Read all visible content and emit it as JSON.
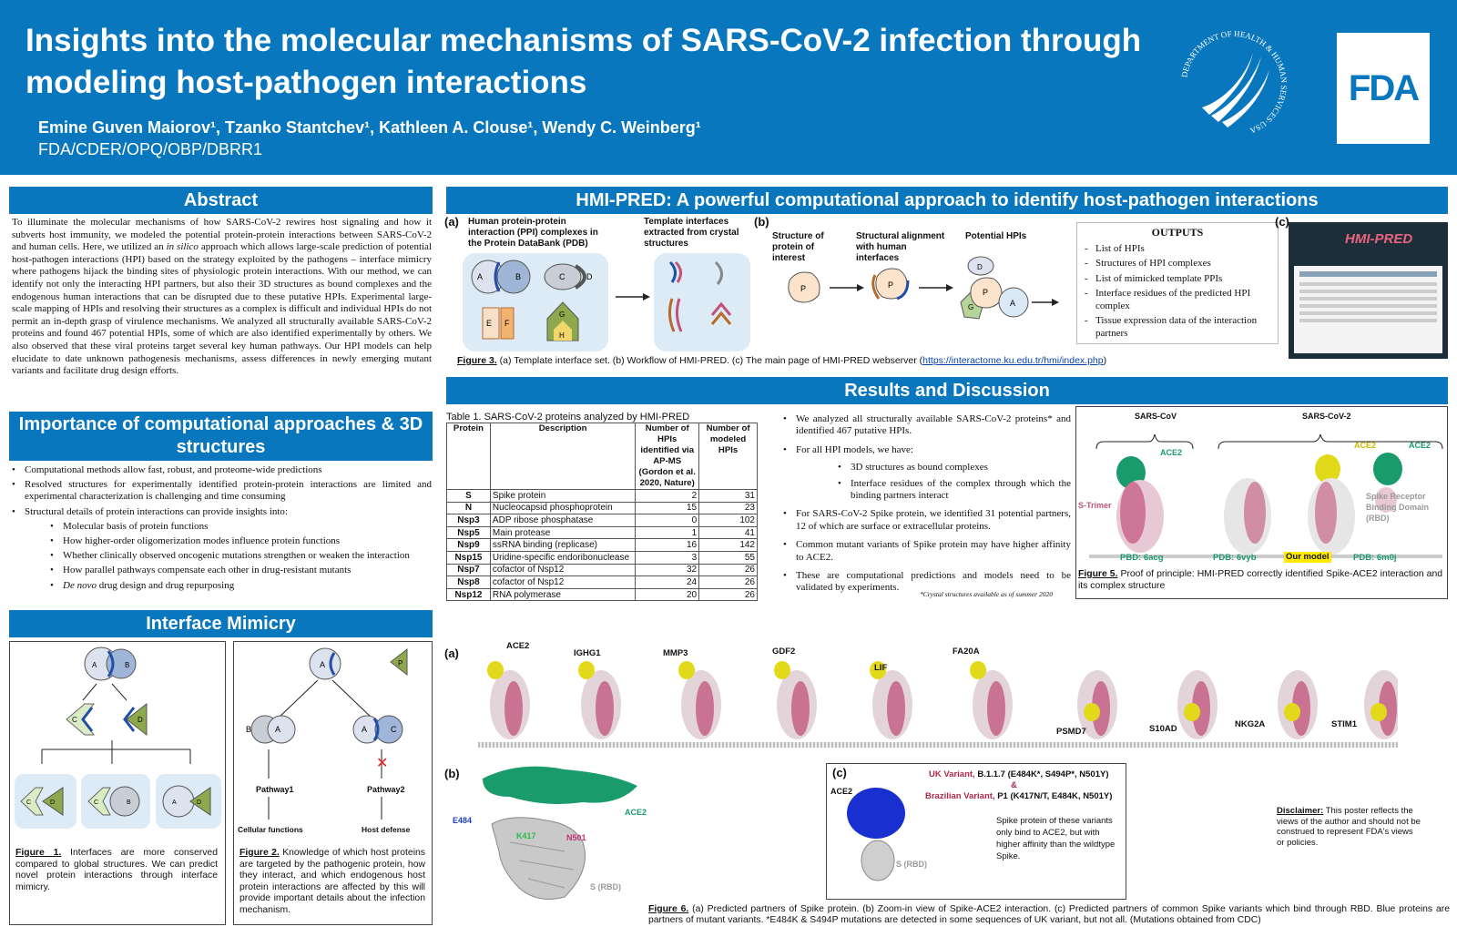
{
  "header": {
    "title": "Insights into the molecular mechanisms of SARS-CoV-2 infection through modeling host-pathogen interactions",
    "authors": "Emine Guven Maiorov¹, Tzanko Stantchev¹, Kathleen A. Clouse¹, Wendy C. Weinberg¹",
    "affiliation": "FDA/CDER/OPQ/OBP/DBRR1",
    "seal_text": "DEPARTMENT OF HEALTH & HUMAN SERVICES·USA",
    "fda_logo": "FDA"
  },
  "abstract": {
    "heading": "Abstract",
    "text_before": "To illuminate the molecular mechanisms of how SARS-CoV-2 rewires host signaling and how it subverts host immunity, we modeled the potential protein-protein interactions between SARS-CoV-2 and human cells.  Here, we utilized an ",
    "text_italic": "in silico",
    "text_after": " approach which allows large-scale prediction of potential host-pathogen interactions (HPI) based on the strategy exploited by the pathogens – interface mimicry where pathogens hijack the binding sites of physiologic protein interactions. With our method, we can identify not only the interacting HPI partners, but also their 3D structures as bound complexes and the endogenous human interactions that can be disrupted due to these putative HPIs. Experimental large-scale mapping of HPIs and resolving their structures as a complex is difficult and individual HPIs do not permit an in-depth grasp of virulence mechanisms. We analyzed all structurally available SARS-CoV-2 proteins and found 467 potential HPIs, some of which are also identified experimentally by others. We also observed that these viral proteins target several key human pathways. Our HPI models can help elucidate to date unknown pathogenesis mechanisms, assess differences in newly emerging mutant variants and facilitate drug design efforts."
  },
  "importance": {
    "heading": "Importance of computational approaches & 3D structures",
    "items": [
      "Computational methods allow fast, robust, and proteome-wide predictions",
      "Resolved structures for experimentally identified protein-protein interactions are limited and experimental characterization is challenging and time consuming",
      "Structural details of protein interactions can provide insights into:"
    ],
    "subitems": [
      "Molecular basis of protein functions",
      "How higher-order oligomerization modes influence protein functions",
      "Whether clinically observed oncogenic mutations strengthen or weaken the interaction",
      "How parallel pathways compensate each other in drug-resistant mutants"
    ],
    "last_italic": "De novo",
    "last_rest": " drug design and drug repurposing"
  },
  "mimicry": {
    "heading": "Interface Mimicry",
    "fig1_label": "Figure 1.",
    "fig1_text": " Interfaces are more conserved compared to global structures. We can predict novel protein interactions through interface mimicry.",
    "fig2_label": "Figure 2.",
    "fig2_text": " Knowledge of which host proteins are targeted by the pathogenic protein, how they interact, and which endogenous host protein interactions are affected by this will provide important details about the infection mechanism.",
    "pathway1": "Pathway1",
    "pathway2": "Pathway2",
    "cellular": "Cellular functions",
    "host_defense": "Host defense"
  },
  "hmi": {
    "heading": "HMI-PRED: A powerful computational approach to identify host-pathogen interactions",
    "label_a": "(a)",
    "label_b": "(b)",
    "label_c": "(c)",
    "ppi_title": "Human protein-protein interaction (PPI) complexes in the Protein DataBank (PDB)",
    "template_title": "Template interfaces extracted from crystal structures",
    "structure_title": "Structure of protein of interest",
    "alignment_title": "Structural alignment with human interfaces",
    "potential_title": "Potential HPIs",
    "outputs_heading": "OUTPUTS",
    "outputs": [
      "List of HPIs",
      "Structures of HPI complexes",
      "List of mimicked template PPIs",
      "Interface residues of the predicted HPI complex",
      "Tissue expression data of the interaction partners"
    ],
    "fig3_label": "Figure 3.",
    "fig3_text": " (a) Template interface set. (b) Workflow of HMI-PRED. (c) The main page of HMI-PRED webserver (",
    "fig3_link": "https://interactome.ku.edu.tr/hmi/index.php",
    "fig3_end": ")",
    "webserver_title": "HMI-PRED"
  },
  "results": {
    "heading": "Results and Discussion",
    "table_title": "Table 1. SARS-CoV-2 proteins analyzed by HMI-PRED",
    "columns": [
      "Protein",
      "Description",
      "Number of HPIs identified via AP-MS (Gordon et al. 2020, Nature)",
      "Number of modeled HPIs"
    ],
    "rows": [
      [
        "S",
        "Spike protein",
        "2",
        "31"
      ],
      [
        "N",
        "Nucleocapsid phosphoprotein",
        "15",
        "23"
      ],
      [
        "Nsp3",
        "ADP ribose phosphatase",
        "0",
        "102"
      ],
      [
        "Nsp5",
        "Main protease",
        "1",
        "41"
      ],
      [
        "Nsp9",
        "ssRNA binding (replicase)",
        "16",
        "142"
      ],
      [
        "Nsp15",
        "Uridine-specific endoribonuclease",
        "3",
        "55"
      ],
      [
        "Nsp7",
        "cofactor of Nsp12",
        "32",
        "26"
      ],
      [
        "Nsp8",
        "cofactor of Nsp12",
        "24",
        "26"
      ],
      [
        "Nsp12",
        "RNA polymerase",
        "20",
        "26"
      ]
    ],
    "bullets": [
      "We analyzed all structurally available SARS-CoV-2 proteins* and identified 467 putative HPIs.",
      "For all HPI models, we have:"
    ],
    "sub_bullets": [
      "3D structures as bound complexes",
      "Interface residues of the complex through which the binding partners interact"
    ],
    "bullets2": [
      "For SARS-CoV-2 Spike protein, we identified 31 potential partners, 12 of which are surface or extracellular proteins.",
      "Common mutant variants of Spike protein may have higher affinity to ACE2.",
      "These are computational predictions and models need to be validated by experiments."
    ],
    "crystal_note": "*Crystal structures available as of summer 2020"
  },
  "fig5": {
    "sars_cov": "SARS-CoV",
    "sars_cov2": "SARS-CoV-2",
    "ace2": "ACE2",
    "s_trimer": "S-Trimer",
    "rbd": "Spike Receptor Binding Domain (RBD)",
    "pbd1": "PBD: 6acg",
    "pbd2": "PDB: 6vyb",
    "our_model": "Our model",
    "pbd3": "PDB: 6m0j",
    "caption_label": "Figure 5.",
    "caption_text": " Proof of principle: HMI-PRED correctly identified Spike-ACE2 interaction and its complex structure"
  },
  "fig6": {
    "label_a": "(a)",
    "label_b": "(b)",
    "label_c": "(c)",
    "partners_top": [
      "ACE2",
      "IGHG1",
      "MMP3",
      "GDF2",
      "LIF",
      "FA20A"
    ],
    "partners_bottom": [
      "PSMD7",
      "S10AD",
      "NKG2A",
      "STIM1"
    ],
    "b_e484": "E484",
    "b_k417": "K417",
    "b_n501": "N501",
    "b_ace2": "ACE2",
    "b_srbd": "S (RBD)",
    "c_uk_label": "UK Variant,",
    "c_uk_rest": " B.1.1.7 (E484K*, S494P*, N501Y)",
    "c_amp": "&",
    "c_br_label": "Brazilian Variant,",
    "c_br_rest": " P1 (K417N/T, E484K, N501Y)",
    "c_ace2": "ACE2",
    "c_srbd": "S (RBD)",
    "c_note": "Spike protein of these variants only bind to ACE2, but with higher affinity than the wildtype Spike.",
    "caption_label": "Figure 6.",
    "caption_text": " (a) Predicted partners of Spike protein. (b) Zoom-in view of Spike-ACE2 interaction. (c) Predicted partners of common Spike variants which bind through RBD. Blue proteins are partners of mutant variants. *E484K & S494P mutations are detected in some sequences of UK variant, but not all. (Mutations obtained from CDC)"
  },
  "disclaimer": {
    "label": "Disclaimer:",
    "text": " This poster reflects the views of the author and should not be construed to represent FDA's views or policies."
  },
  "colors": {
    "brand_blue": "#0877bd",
    "spike_pink": "#c2527a",
    "ace2_green": "#1a9b6b",
    "partner_yellow": "#e3d91b",
    "variant_red": "#b0284a"
  }
}
